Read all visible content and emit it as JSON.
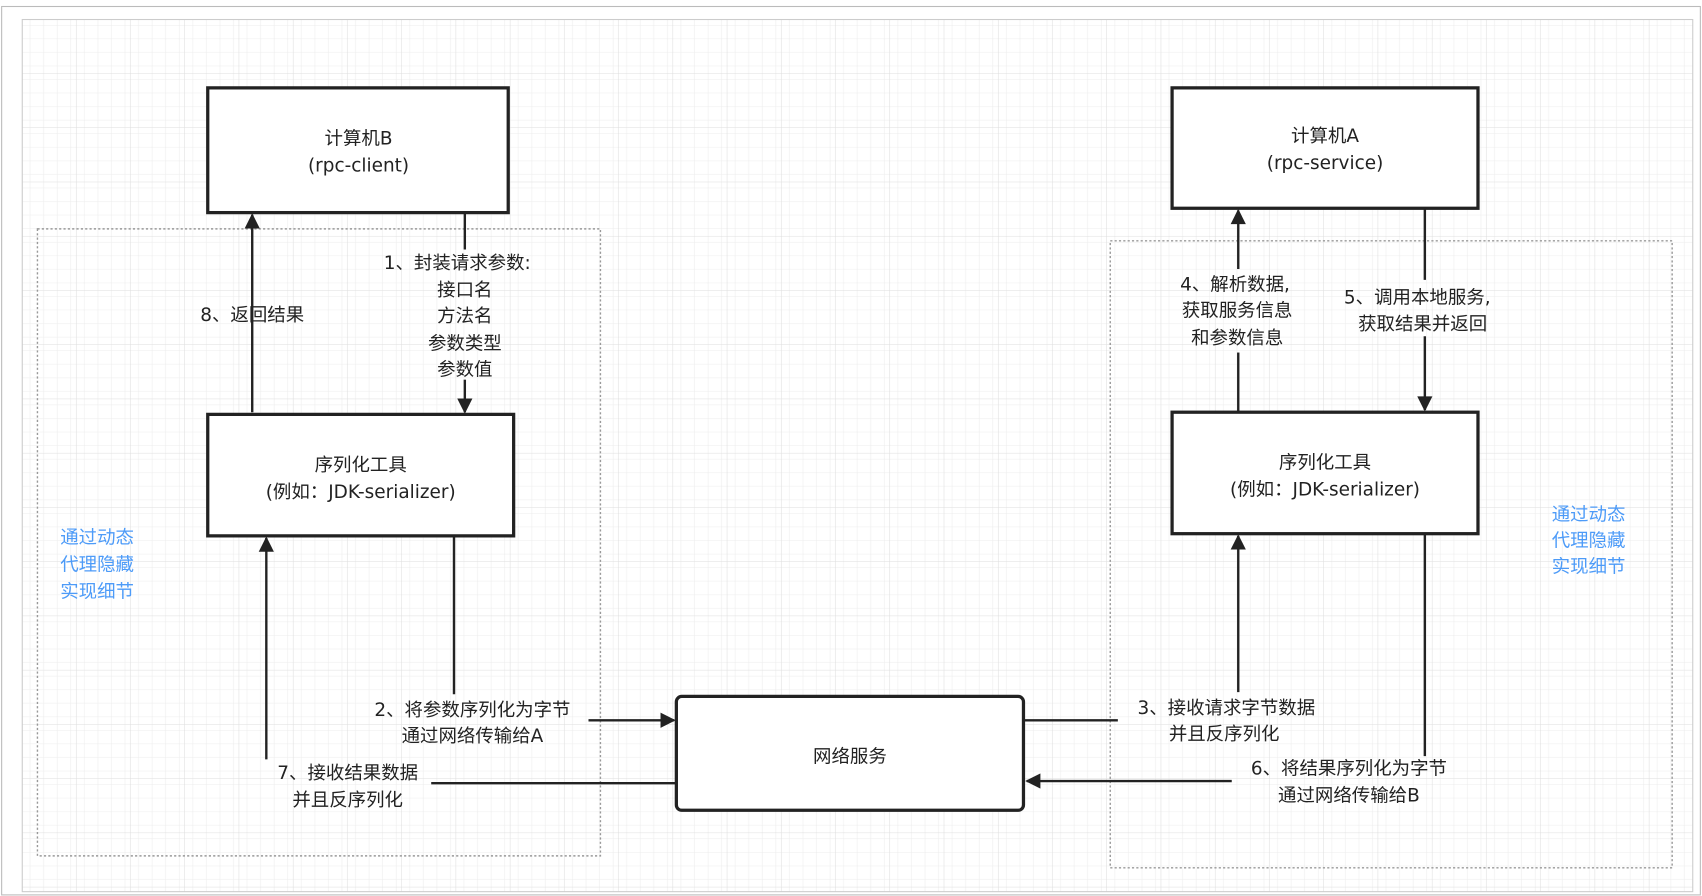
{
  "colors": {
    "annotation": "#4d9bf8",
    "stroke": "#222222",
    "grid": "#e6e6e6"
  },
  "nodes": {
    "computer_b": {
      "title": "计算机B",
      "subtitle": "(rpc-client)"
    },
    "computer_a": {
      "title": "计算机A",
      "subtitle": "(rpc-service)"
    },
    "serializer_left": {
      "title": "序列化工具",
      "subtitle": "(例如：JDK-serializer)"
    },
    "serializer_right": {
      "title": "序列化工具",
      "subtitle": "(例如：JDK-serializer)"
    },
    "network": {
      "title": "网络服务"
    }
  },
  "annotations": {
    "left": [
      "通过动态",
      "代理隐藏",
      "实现细节"
    ],
    "right": [
      "通过动态",
      "代理隐藏",
      "实现细节"
    ]
  },
  "edges": {
    "step1": [
      "1、封装请求参数:",
      "接口名",
      "方法名",
      "参数类型",
      "参数值"
    ],
    "step2": [
      "2、将参数序列化为字节",
      "通过网络传输给A"
    ],
    "step3": [
      "3、接收请求字节数据",
      "并且反序列化"
    ],
    "step4": [
      "4、解析数据,",
      "获取服务信息",
      "和参数信息"
    ],
    "step5": [
      "5、调用本地服务,",
      "获取结果并返回"
    ],
    "step6": [
      "6、将结果序列化为字节",
      "通过网络传输给B"
    ],
    "step7": [
      "7、接收结果数据",
      "并且反序列化"
    ],
    "step8": [
      "8、返回结果"
    ]
  }
}
